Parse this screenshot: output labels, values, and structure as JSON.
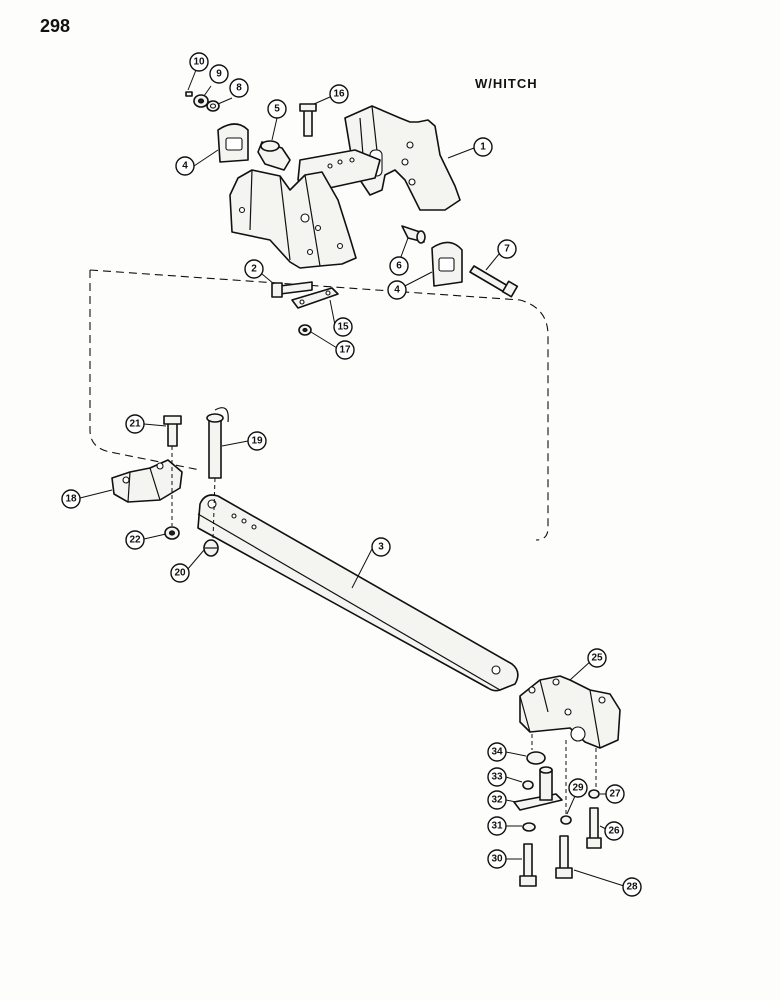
{
  "page_number": "298",
  "title": "W/HITCH",
  "callouts": [
    {
      "id": "c1",
      "label": "1"
    },
    {
      "id": "c2",
      "label": "2"
    },
    {
      "id": "c3",
      "label": "3"
    },
    {
      "id": "c4a",
      "label": "4"
    },
    {
      "id": "c4b",
      "label": "4"
    },
    {
      "id": "c5",
      "label": "5"
    },
    {
      "id": "c6",
      "label": "6"
    },
    {
      "id": "c7",
      "label": "7"
    },
    {
      "id": "c8",
      "label": "8"
    },
    {
      "id": "c9",
      "label": "9"
    },
    {
      "id": "c10",
      "label": "10"
    },
    {
      "id": "c15",
      "label": "15"
    },
    {
      "id": "c16",
      "label": "16"
    },
    {
      "id": "c17",
      "label": "17"
    },
    {
      "id": "c18",
      "label": "18"
    },
    {
      "id": "c19",
      "label": "19"
    },
    {
      "id": "c20",
      "label": "20"
    },
    {
      "id": "c21",
      "label": "21"
    },
    {
      "id": "c22",
      "label": "22"
    },
    {
      "id": "c25",
      "label": "25"
    },
    {
      "id": "c26",
      "label": "26"
    },
    {
      "id": "c27",
      "label": "27"
    },
    {
      "id": "c28",
      "label": "28"
    },
    {
      "id": "c29",
      "label": "29"
    },
    {
      "id": "c30",
      "label": "30"
    },
    {
      "id": "c31",
      "label": "31"
    },
    {
      "id": "c32",
      "label": "32"
    },
    {
      "id": "c33",
      "label": "33"
    },
    {
      "id": "c34",
      "label": "34"
    }
  ]
}
